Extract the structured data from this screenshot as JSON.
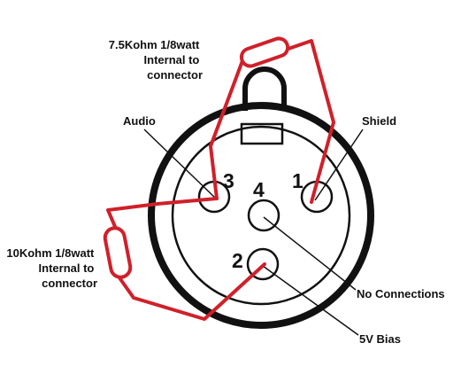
{
  "colors": {
    "wire": "#d0202a",
    "line": "#111111",
    "background": "#ffffff"
  },
  "pins": {
    "pin1": "1",
    "pin2": "2",
    "pin3": "3",
    "pin4": "4"
  },
  "labels": {
    "top_resistor": [
      "7.5Kohm 1/8watt",
      "Internal to",
      "connector"
    ],
    "left_resistor": [
      "10Kohm 1/8watt",
      "Internal to",
      "connector"
    ],
    "audio": "Audio",
    "shield": "Shield",
    "no_connections": "No Connections",
    "bias": "5V Bias"
  }
}
